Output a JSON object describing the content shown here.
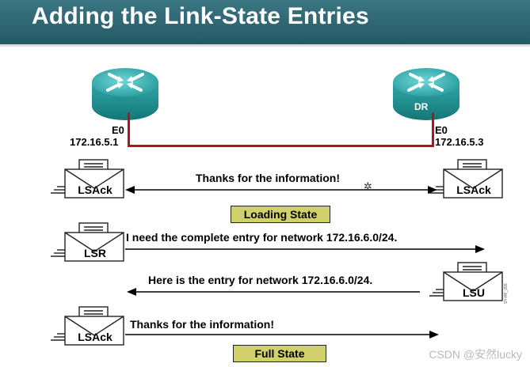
{
  "header": {
    "title": "Adding the Link-State Entries"
  },
  "routers": {
    "left": {
      "interface": "E0",
      "ip": "172.16.5.1"
    },
    "right": {
      "top_label": "DR",
      "interface": "E0",
      "ip": "172.16.5.3"
    }
  },
  "rows": [
    {
      "left_packet": "LSAck",
      "message": "Thanks for the information!",
      "right_packet": "LSAck",
      "direction": "both"
    },
    {
      "left_packet": "LSR",
      "message": "I need the complete entry for network 172.16.6.0/24.",
      "direction": "right"
    },
    {
      "message": "Here is the entry for network 172.16.6.0/24.",
      "right_packet": "LSU",
      "direction": "left"
    },
    {
      "left_packet": "LSAck",
      "message": "Thanks for the information!",
      "direction": "right"
    }
  ],
  "states": {
    "loading": "Loading State",
    "full": "Full State"
  },
  "figure_code": "SY-HF_055",
  "watermark": "CSDN @安然lucky",
  "colors": {
    "header": "#2e6672",
    "link": "#b0141d",
    "router": "#2aa3a4",
    "state_badge": "#d1d16b"
  }
}
